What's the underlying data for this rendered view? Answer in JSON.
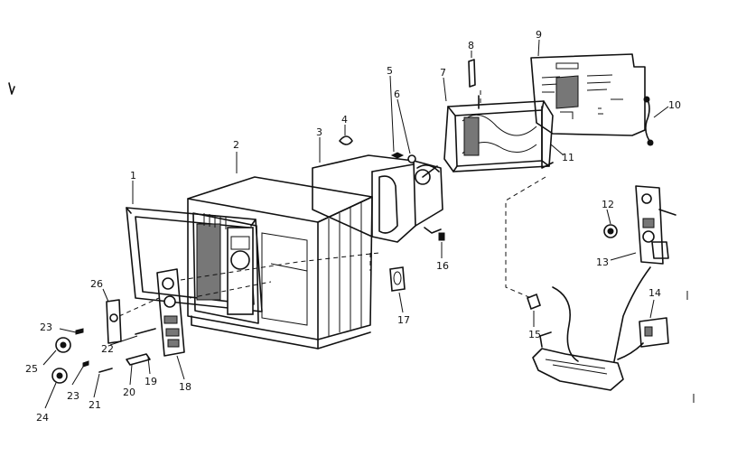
{
  "callouts": [
    {
      "label": "1"
    },
    {
      "label": "2"
    },
    {
      "label": "3"
    },
    {
      "label": "4"
    },
    {
      "label": "5"
    },
    {
      "label": "6"
    },
    {
      "label": "7"
    },
    {
      "label": "8"
    },
    {
      "label": "9"
    },
    {
      "label": "10"
    },
    {
      "label": "11"
    },
    {
      "label": "12"
    },
    {
      "label": "13"
    },
    {
      "label": "14"
    },
    {
      "label": "15"
    },
    {
      "label": "16"
    },
    {
      "label": "17"
    },
    {
      "label": "18"
    },
    {
      "label": "19"
    },
    {
      "label": "20"
    },
    {
      "label": "21"
    },
    {
      "label": "22"
    },
    {
      "label": "23"
    },
    {
      "label": "23"
    },
    {
      "label": "24"
    },
    {
      "label": "25"
    },
    {
      "label": "26"
    }
  ]
}
